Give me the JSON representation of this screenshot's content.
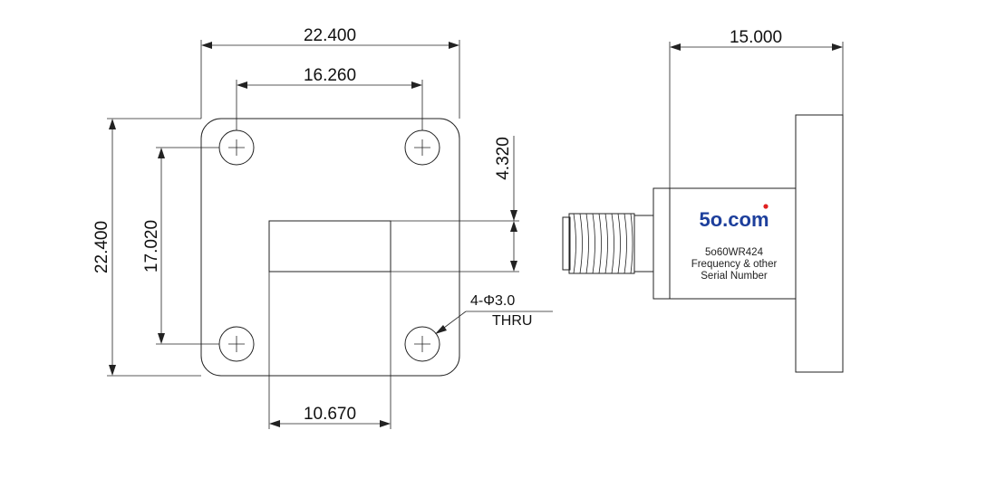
{
  "drawing": {
    "front_view": {
      "width_dim": "22.400",
      "hole_spacing_horizontal_dim": "16.260",
      "height_dim": "22.400",
      "hole_spacing_vertical_dim": "17.020",
      "aperture_offset_dim": "4.320",
      "aperture_width_dim": "10.670",
      "hole_callout_line1": "4-Φ3.0",
      "hole_callout_line2": "THRU"
    },
    "side_view": {
      "length_dim": "15.000",
      "brand_logo": "5o.com",
      "model_number": "5o60WR424",
      "label_line2": "Frequency & other",
      "label_line3": "Serial Number"
    }
  },
  "colors": {
    "line": "#222222",
    "brand_blue": "#1d3f9c",
    "brand_dot": "#e02020"
  }
}
